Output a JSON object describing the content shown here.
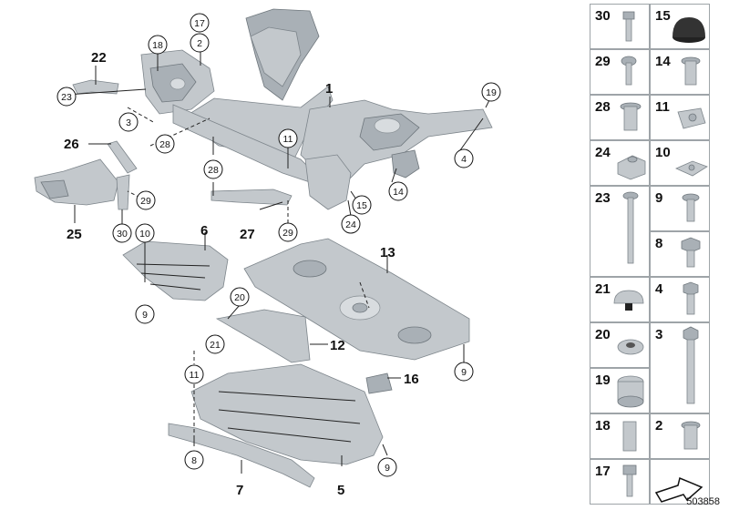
{
  "diagram_labels": {
    "l1": "1",
    "l2": "2",
    "l3": "3",
    "l4": "4",
    "l5": "5",
    "l6": "6",
    "l7": "7",
    "l8": "8",
    "l9": "9",
    "l10": "10",
    "l11": "11",
    "l12": "12",
    "l13": "13",
    "l14": "14",
    "l15": "15",
    "l16": "16",
    "l17": "17",
    "l18": "18",
    "l19": "19",
    "l20": "20",
    "l21": "21",
    "l22": "22",
    "l23": "23",
    "l24": "24",
    "l25": "25",
    "l26": "26",
    "l27": "27",
    "l28": "28",
    "l29": "29",
    "l30": "30"
  },
  "legend": {
    "c30": "30",
    "c15": "15",
    "c29": "29",
    "c14": "14",
    "c28": "28",
    "c11": "11",
    "c24": "24",
    "c10": "10",
    "c23": "23",
    "c9": "9",
    "c8": "8",
    "c21": "21",
    "c4": "4",
    "c20": "20",
    "c3": "3",
    "c19": "19",
    "c18": "18",
    "c2": "2",
    "c17": "17"
  },
  "reference_number": "503858",
  "colors": {
    "part_fill": "#c3c8cc",
    "part_dark": "#a9b0b6",
    "outline": "#7d858b"
  }
}
